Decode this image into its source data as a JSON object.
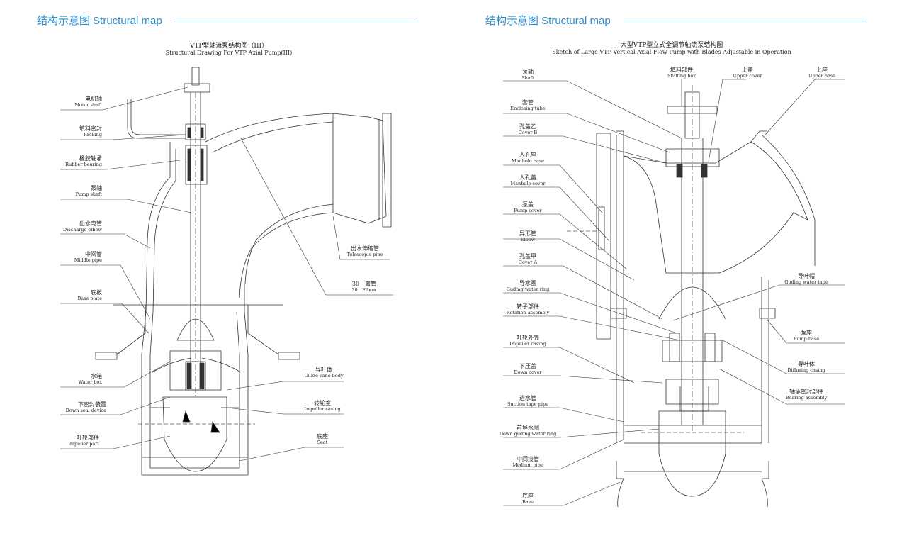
{
  "headers": {
    "left": "结构示意图 Structural map",
    "right": "结构示意图 Structural map"
  },
  "left_drawing": {
    "title_cn": "VTP型轴流泵结构图（III）",
    "title_en": "Structural Drawing For VTP Axial Pump(III)",
    "labels": [
      {
        "cn": "电机轴",
        "en": "Motor shaft"
      },
      {
        "cn": "填料密封",
        "en": "Packing"
      },
      {
        "cn": "橡胶轴承",
        "en": "Rubber bearing"
      },
      {
        "cn": "泵轴",
        "en": "Pump shaft"
      },
      {
        "cn": "出水弯管",
        "en": "Discharge elbow"
      },
      {
        "cn": "中间管",
        "en": "Middle pipe"
      },
      {
        "cn": "底板",
        "en": "Base plate"
      },
      {
        "cn": "水箱",
        "en": "Water box"
      },
      {
        "cn": "下密封装置",
        "en": "Down seal device"
      },
      {
        "cn": "叶轮部件",
        "en": "impeller part"
      },
      {
        "cn": "出水伸缩管",
        "en": "Telescopic pipe"
      },
      {
        "cn": "30　弯管",
        "en": "30　Elbow"
      },
      {
        "cn": "导叶体",
        "en": "Guide vane body"
      },
      {
        "cn": "转轮室",
        "en": "Impeller casing"
      },
      {
        "cn": "底座",
        "en": "Seat"
      }
    ]
  },
  "right_drawing": {
    "title_cn": "大型VTP型立式全调节轴流泵结构图",
    "title_en": "Sketch of Large VTP Vertical Axial-Flow Pump with Blades Adjustable in Operation",
    "labels": [
      {
        "cn": "泵轴",
        "en": "Shaft"
      },
      {
        "cn": "套管",
        "en": "Enclosing tube"
      },
      {
        "cn": "孔盖乙",
        "en": "Cover B"
      },
      {
        "cn": "人孔座",
        "en": "Manhole base"
      },
      {
        "cn": "人孔盖",
        "en": "Manhole cover"
      },
      {
        "cn": "泵盖",
        "en": "Pump cover"
      },
      {
        "cn": "异形管",
        "en": "Elbow"
      },
      {
        "cn": "孔盖甲",
        "en": "Cover A"
      },
      {
        "cn": "导水圈",
        "en": "Guding water ring"
      },
      {
        "cn": "转子部件",
        "en": "Rotation assembly"
      },
      {
        "cn": "叶轮外壳",
        "en": "Impeller casing"
      },
      {
        "cn": "下压盖",
        "en": "Down cover"
      },
      {
        "cn": "进水管",
        "en": "Suction tape pipe"
      },
      {
        "cn": "前导水圈",
        "en": "Down guding water ring"
      },
      {
        "cn": "中间接管",
        "en": "Medium pipe"
      },
      {
        "cn": "底座",
        "en": "Base"
      },
      {
        "cn": "填料部件",
        "en": "Stuffing box"
      },
      {
        "cn": "上盖",
        "en": "Upper cover"
      },
      {
        "cn": "上座",
        "en": "Upper base"
      },
      {
        "cn": "导叶帽",
        "en": "Guding water tape"
      },
      {
        "cn": "泵座",
        "en": "Pump base"
      },
      {
        "cn": "导叶体",
        "en": "Diffusing casing"
      },
      {
        "cn": "轴承密封部件",
        "en": "Bearing assembly"
      }
    ]
  }
}
